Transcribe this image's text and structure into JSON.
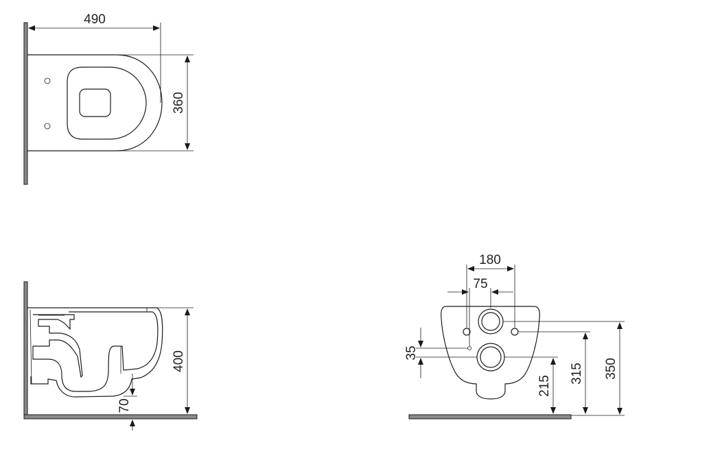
{
  "dimensions": {
    "top_width": "490",
    "top_depth": "360",
    "side_height": "400",
    "side_bottom": "70",
    "front_hole_spacing_outer": "180",
    "front_hole_spacing_inner": "75",
    "front_small": "35",
    "front_h_215": "215",
    "front_h_315": "315",
    "front_h_350": "350"
  },
  "colors": {
    "line": "#1a1a1a",
    "wall": "#8a8a8a"
  }
}
